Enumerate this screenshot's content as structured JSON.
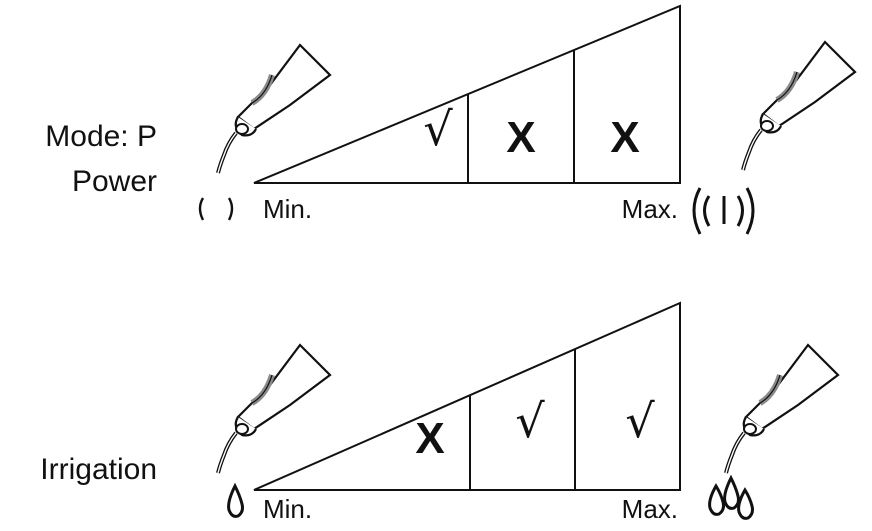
{
  "power": {
    "title_line1": "Mode: P",
    "title_line2": "Power",
    "min_label": "Min.",
    "max_label": "Max.",
    "cells": [
      "√",
      "X",
      "X"
    ]
  },
  "irrigation": {
    "title": "Irrigation",
    "min_label": "Min.",
    "max_label": "Max.",
    "cells": [
      "X",
      "√",
      "√"
    ]
  },
  "colors": {
    "ink": "#111111",
    "handpiece": "#ffffff",
    "band": "#8a8a8a"
  }
}
